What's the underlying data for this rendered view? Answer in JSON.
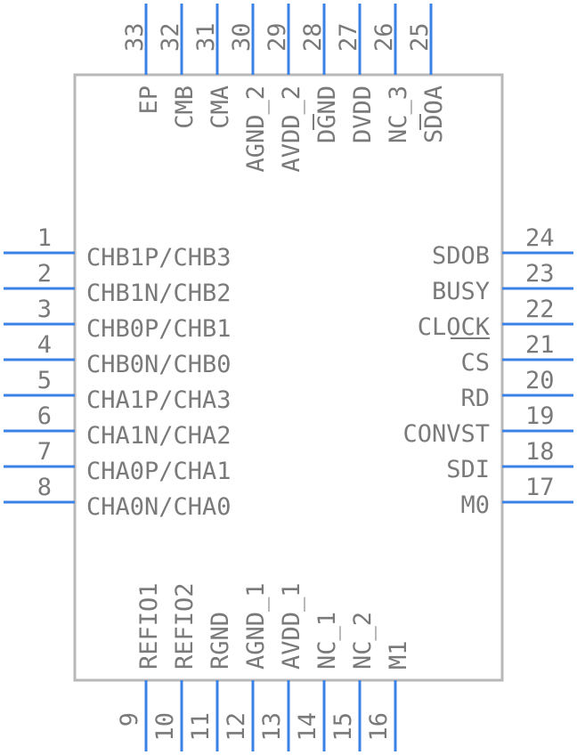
{
  "colors": {
    "pin": "#3b82e6",
    "body_outline": "#b8b8b8",
    "text": "#7a7a7a"
  },
  "left_pins": [
    {
      "num": "1",
      "name": "CHB1P/CHB3"
    },
    {
      "num": "2",
      "name": "CHB1N/CHB2"
    },
    {
      "num": "3",
      "name": "CHB0P/CHB1"
    },
    {
      "num": "4",
      "name": "CHB0N/CHB0"
    },
    {
      "num": "5",
      "name": "CHA1P/CHA3"
    },
    {
      "num": "6",
      "name": "CHA1N/CHA2"
    },
    {
      "num": "7",
      "name": "CHA0P/CHA1"
    },
    {
      "num": "8",
      "name": "CHA0N/CHA0"
    }
  ],
  "right_pins": [
    {
      "num": "24",
      "name": "SDOB"
    },
    {
      "num": "23",
      "name": "BUSY"
    },
    {
      "num": "22",
      "name": "CLOCK"
    },
    {
      "num": "21",
      "name": "CS",
      "overline": true
    },
    {
      "num": "20",
      "name": "RD"
    },
    {
      "num": "19",
      "name": "CONVST"
    },
    {
      "num": "18",
      "name": "SDI"
    },
    {
      "num": "17",
      "name": "M0"
    }
  ],
  "bottom_pins": [
    {
      "num": "9",
      "name": "REFIO1"
    },
    {
      "num": "10",
      "name": "REFIO2"
    },
    {
      "num": "11",
      "name": "RGND"
    },
    {
      "num": "12",
      "name": "AGND_1"
    },
    {
      "num": "13",
      "name": "AVDD_1"
    },
    {
      "num": "14",
      "name": "NC_1"
    },
    {
      "num": "15",
      "name": "NC_2"
    },
    {
      "num": "16",
      "name": "M1"
    }
  ],
  "top_pins": [
    {
      "num": "33",
      "name": "EP"
    },
    {
      "num": "32",
      "name": "CMB"
    },
    {
      "num": "31",
      "name": "CMA"
    },
    {
      "num": "30",
      "name": "AGND_2"
    },
    {
      "num": "29",
      "name": "AVDD_2"
    },
    {
      "num": "28",
      "name": "DGND"
    },
    {
      "num": "27",
      "name": "DVDD"
    },
    {
      "num": "26",
      "name": "NC_3"
    },
    {
      "num": "25",
      "name": "SDOA"
    }
  ]
}
